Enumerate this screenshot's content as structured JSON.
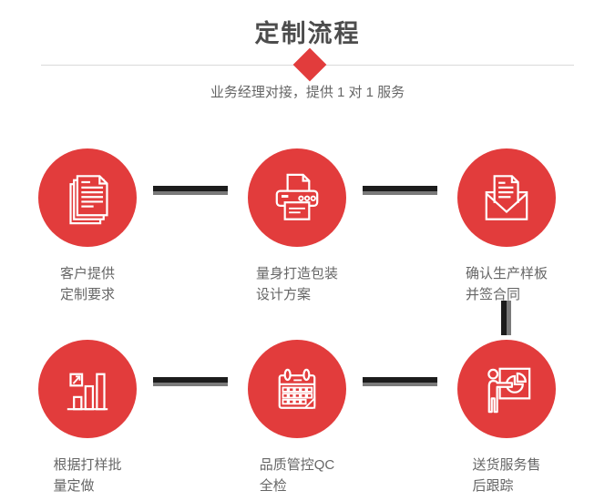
{
  "header": {
    "title": "定制流程",
    "subtitle": "业务经理对接，提供 1 对 1 服务"
  },
  "colors": {
    "accent_red": "#e23c3c",
    "title_gray": "#4d4d4d",
    "text_gray": "#666666",
    "divider_gray": "#d9d9d9",
    "connector_dark": "#1c1c1c",
    "connector_light": "#7a7a7a",
    "icon_stroke": "#ffffff"
  },
  "steps": [
    {
      "icon": "documents-icon",
      "line1": "客户提供",
      "line2": "定制要求"
    },
    {
      "icon": "printer-icon",
      "line1": "量身打造包装",
      "line2": "设计方案"
    },
    {
      "icon": "envelope-icon",
      "line1": "确认生产样板",
      "line2": "并签合同"
    },
    {
      "icon": "bar-chart-icon",
      "line1": "根据打样批",
      "line2": "量定做"
    },
    {
      "icon": "calendar-icon",
      "line1": "品质管控QC",
      "line2": "全检"
    },
    {
      "icon": "presentation-icon",
      "line1": "送货服务售",
      "line2": "后跟踪"
    }
  ]
}
